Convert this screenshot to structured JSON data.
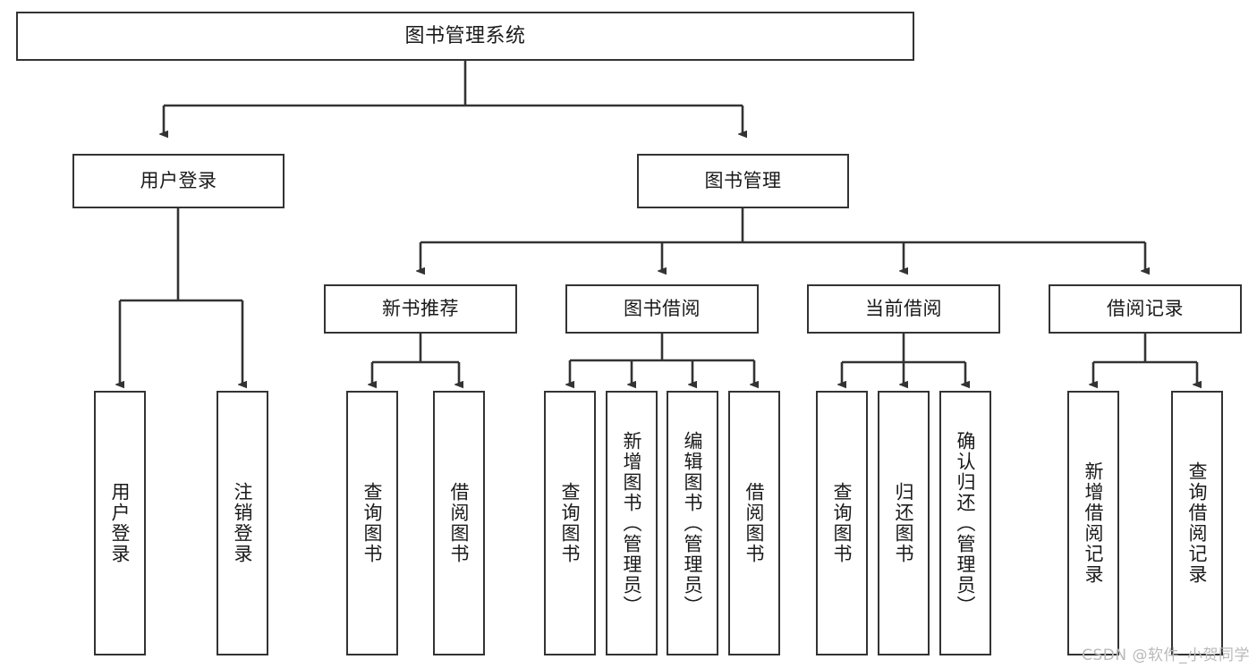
{
  "diagram": {
    "title": "图书管理系统",
    "type": "tree-hierarchy",
    "watermark": "CSDN @软件_小贺同学",
    "colors": {
      "box_border": "#333333",
      "box_fill": "#ffffff",
      "edge": "#333333",
      "text": "#1a1a1a",
      "watermark": "#b9b9b9",
      "background": "#ffffff"
    },
    "nodes": {
      "root": {
        "label": "图书管理系统"
      },
      "level2": [
        {
          "label": "用户登录"
        },
        {
          "label": "图书管理"
        }
      ],
      "level3": [
        {
          "label": "新书推荐"
        },
        {
          "label": "图书借阅"
        },
        {
          "label": "当前借阅"
        },
        {
          "label": "借阅记录"
        }
      ],
      "leaves": {
        "user_login": [
          {
            "label": "用户登录"
          },
          {
            "label": "注销登录"
          }
        ],
        "new_book_recommend": [
          {
            "label": "查询图书"
          },
          {
            "label": "借阅图书"
          }
        ],
        "book_borrow": [
          {
            "label": "查询图书"
          },
          {
            "label": "新增图书（管理员）"
          },
          {
            "label": "编辑图书（管理员）"
          },
          {
            "label": "借阅图书"
          }
        ],
        "current_borrow": [
          {
            "label": "查询图书"
          },
          {
            "label": "归还图书"
          },
          {
            "label": "确认归还（管理员）"
          }
        ],
        "borrow_record": [
          {
            "label": "新增借阅记录"
          },
          {
            "label": "查询借阅记录"
          }
        ]
      }
    }
  }
}
